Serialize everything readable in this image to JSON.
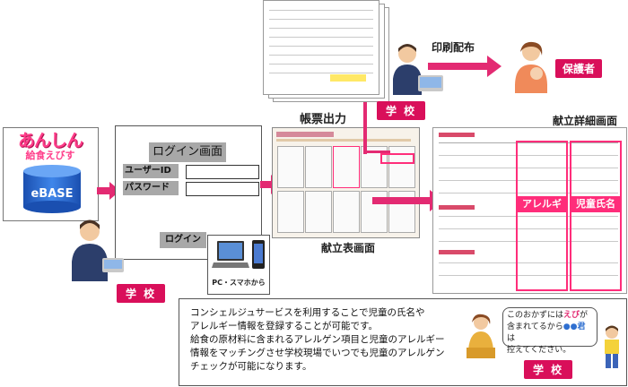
{
  "logo": {
    "line1": "あんしん",
    "line2": "給食えびす"
  },
  "database": {
    "label": "eBASE"
  },
  "login": {
    "title": "ログイン画面",
    "user_id_label": "ユーザーID",
    "password_label": "パスワード",
    "login_button": "ログイン"
  },
  "devices": {
    "caption": "PC・スマホから"
  },
  "menu_screen": {
    "caption": "献立表画面"
  },
  "report": {
    "label": "帳票出力"
  },
  "print": {
    "label": "印刷配布"
  },
  "guardian": {
    "label": "保護者"
  },
  "detail_screen": {
    "caption": "献立詳細画面",
    "allergy_label": "アレルギー",
    "child_name_label": "児童氏名"
  },
  "school_labels": {
    "top": "学 校",
    "left": "学 校",
    "bottom": "学 校"
  },
  "description": {
    "line1": "コンシェルジュサービスを利用することで児童の氏名や",
    "line2": "アレルギー情報を登録することが可能です。",
    "line3": "給食の原材料に含まれるアレルゲン項目と児童のアレルギー",
    "line4": "情報をマッチングさせ学校現場でいつでも児童のアレルゲン",
    "line5": "チェックが可能になります。"
  },
  "speech": {
    "part1": "このおかずには",
    "highlight1": "えび",
    "part2": "が",
    "part3": "含まれてるから",
    "highlight2": "●●君",
    "part4": "は",
    "part5": "控えてください。"
  },
  "colors": {
    "accent_pink": "#e32a72",
    "school_red": "#d90f5a",
    "db_blue": "#2f6fd0",
    "logo_pink": "#ff3d8a"
  }
}
